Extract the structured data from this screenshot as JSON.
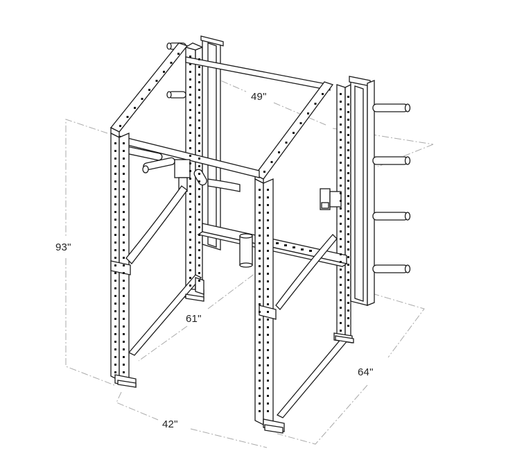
{
  "diagram": {
    "dimensions": {
      "height": "93\"",
      "top_width": "49\"",
      "depth": "61\"",
      "side": "64\"",
      "front_width": "42\""
    },
    "colors": {
      "line": "#1a1a1a",
      "dimension_line": "#aaaaaa",
      "frame_fill": "#ffffff"
    }
  }
}
